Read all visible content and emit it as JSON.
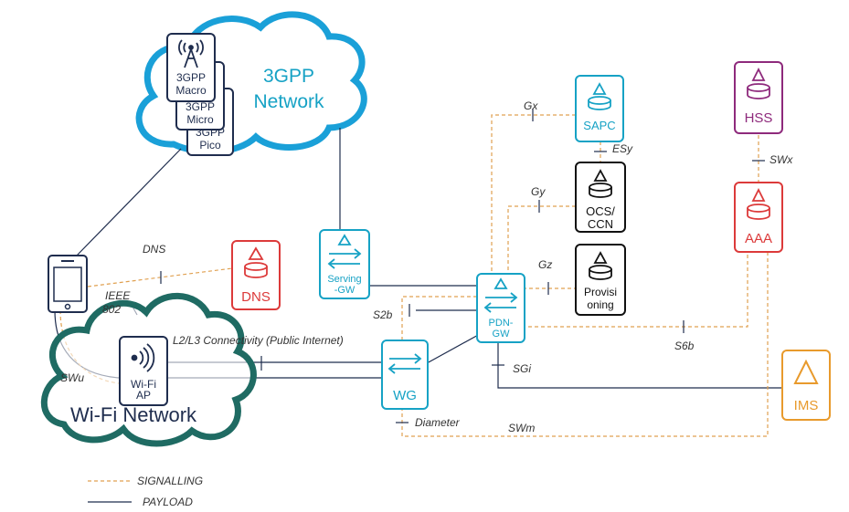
{
  "clouds": {
    "gpp": {
      "title_line1": "3GPP",
      "title_line2": "Network"
    },
    "wifi": {
      "title": "Wi-Fi Network"
    }
  },
  "radio_nodes": {
    "macro": {
      "line1": "3GPP",
      "line2": "Macro"
    },
    "micro": {
      "line1": "3GPP",
      "line2": "Micro"
    },
    "pico": {
      "line1": "3GPP",
      "line2": "Pico"
    }
  },
  "nodes": {
    "sapc": {
      "label": "SAPC"
    },
    "ocs": {
      "line1": "OCS/",
      "line2": "CCN"
    },
    "prov": {
      "line1": "Provisi",
      "line2": "oning"
    },
    "hss": {
      "label": "HSS"
    },
    "aaa": {
      "label": "AAA"
    },
    "ims": {
      "label": "IMS"
    },
    "dns": {
      "label": "DNS"
    },
    "sgw": {
      "line1": "Serving",
      "line2": "-GW"
    },
    "pgw": {
      "line1": "PDN-",
      "line2": "GW"
    },
    "wg": {
      "label": "WG"
    },
    "ap": {
      "line1": "Wi-Fi",
      "line2": "AP"
    }
  },
  "interfaces": {
    "gx": "Gx",
    "esy": "ESy",
    "gy": "Gy",
    "gz": "Gz",
    "swx": "SWx",
    "s2b": "S2b",
    "sgi": "SGi",
    "s6b": "S6b",
    "swm": "SWm",
    "diameter": "Diameter",
    "swu": "SWu",
    "dns": "DNS",
    "ieee_line1": "IEEE",
    "ieee_line2": "802",
    "l2l3": "L2/L3 Connectivity (Public Internet)"
  },
  "legend": {
    "signalling": "SIGNALLING",
    "payload": "PAYLOAD"
  },
  "colors": {
    "navy": "#1f2d4e",
    "teal": "#16a2c5",
    "signal": "#e0a050",
    "red": "#dc3a3a",
    "purple": "#8e2a7c",
    "orange": "#e89a2c",
    "wifi_green": "#1f6b63",
    "cloud_blue": "#1aa0d8",
    "black": "#111111"
  }
}
